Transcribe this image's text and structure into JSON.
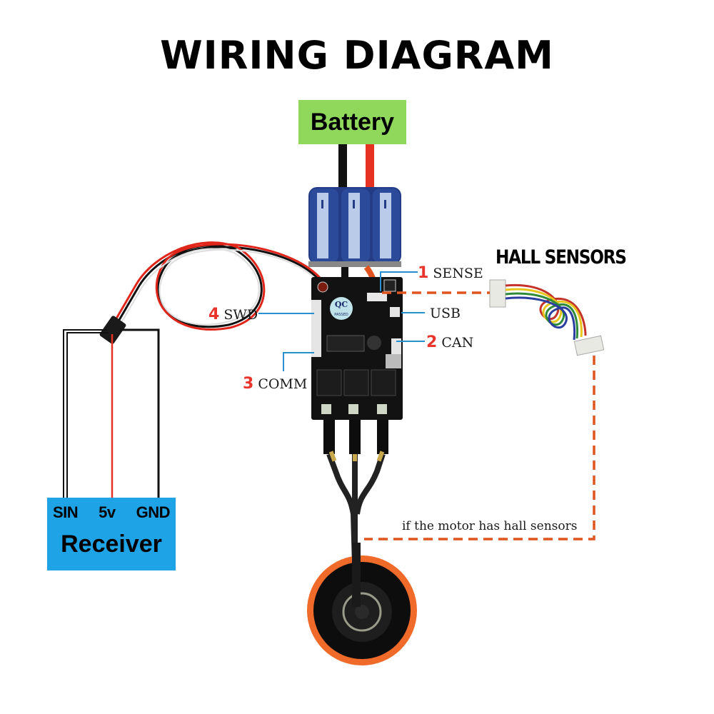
{
  "title": "WIRING DIAGRAM",
  "battery": {
    "label": "Battery",
    "color": "#8fd85c"
  },
  "receiver": {
    "label": "Receiver",
    "color": "#1ea3e6",
    "pins": [
      "SIN",
      "5v",
      "GND"
    ]
  },
  "ports": [
    {
      "number": "1",
      "name": "SENSE"
    },
    {
      "name": "USB"
    },
    {
      "number": "2",
      "name": "CAN"
    },
    {
      "number": "3",
      "name": "COMM"
    },
    {
      "number": "4",
      "name": "SWD"
    }
  ],
  "hall_sensors": {
    "title": "HALL SENSORS",
    "note": "if the motor has hall sensors"
  },
  "board": {
    "badge_top": "QC",
    "badge_bottom": "PASSED"
  },
  "colors": {
    "accent_red": "#e8342b",
    "leader_blue": "#2a8fd0",
    "dashed_orange": "#e0541f",
    "motor_orange": "#f06a2a"
  }
}
